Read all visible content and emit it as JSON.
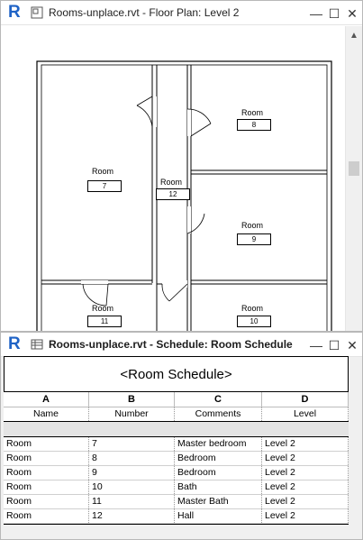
{
  "floor_plan_window": {
    "title": "Rooms-unplace.rvt - Floor Plan: Level 2",
    "rooms": [
      {
        "label": "Room",
        "number": "7"
      },
      {
        "label": "Room",
        "number": "8"
      },
      {
        "label": "Room",
        "number": "9"
      },
      {
        "label": "Room",
        "number": "10"
      },
      {
        "label": "Room",
        "number": "11"
      },
      {
        "label": "Room",
        "number": "12"
      }
    ]
  },
  "schedule_window": {
    "title": "Rooms-unplace.rvt - Schedule: Room Schedule",
    "schedule_title": "<Room Schedule>",
    "column_letters": [
      "A",
      "B",
      "C",
      "D"
    ],
    "column_headers": [
      "Name",
      "Number",
      "Comments",
      "Level"
    ],
    "rows": [
      {
        "name": "Room",
        "number": "7",
        "comments": "Master bedroom",
        "level": "Level 2"
      },
      {
        "name": "Room",
        "number": "8",
        "comments": "Bedroom",
        "level": "Level 2"
      },
      {
        "name": "Room",
        "number": "9",
        "comments": "Bedroom",
        "level": "Level 2"
      },
      {
        "name": "Room",
        "number": "10",
        "comments": "Bath",
        "level": "Level 2"
      },
      {
        "name": "Room",
        "number": "11",
        "comments": "Master Bath",
        "level": "Level 2"
      },
      {
        "name": "Room",
        "number": "12",
        "comments": "Hall",
        "level": "Level 2"
      }
    ]
  },
  "window_controls": {
    "minimize": "—",
    "maximize": "☐",
    "close": "✕"
  },
  "colors": {
    "app_logo": "#1f63c6"
  }
}
